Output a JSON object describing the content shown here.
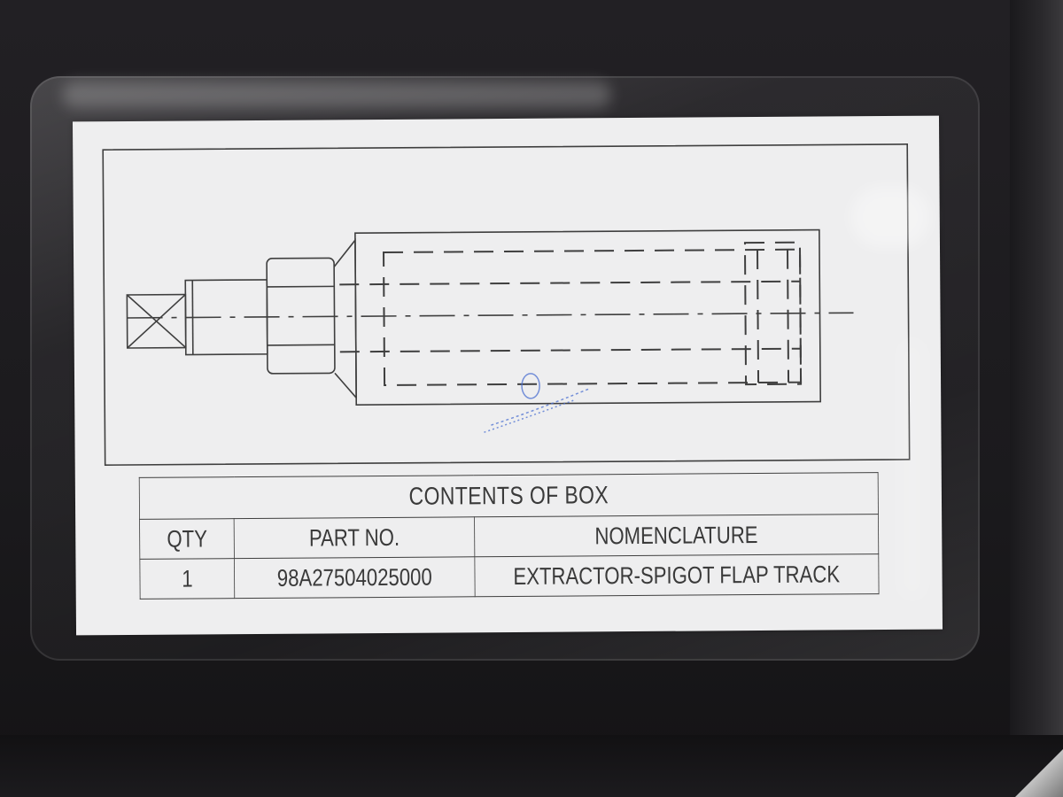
{
  "label": {
    "title": "CONTENTS OF BOX",
    "headers": {
      "qty": "QTY",
      "part_no": "PART NO.",
      "nomenclature": "NOMENCLATURE"
    },
    "rows": [
      {
        "qty": "1",
        "part_no": "98A27504025000",
        "nomenclature": "EXTRACTOR-SPIGOT FLAP TRACK"
      }
    ]
  },
  "colors": {
    "card": "#eeeeef",
    "ink": "#3f3f3f",
    "case": "#1b1a1d",
    "stamp": "#4a6fd1"
  },
  "icons": {
    "drawing": "extractor-spigot-drawing",
    "stamp": "inspection-stamp-icon"
  }
}
